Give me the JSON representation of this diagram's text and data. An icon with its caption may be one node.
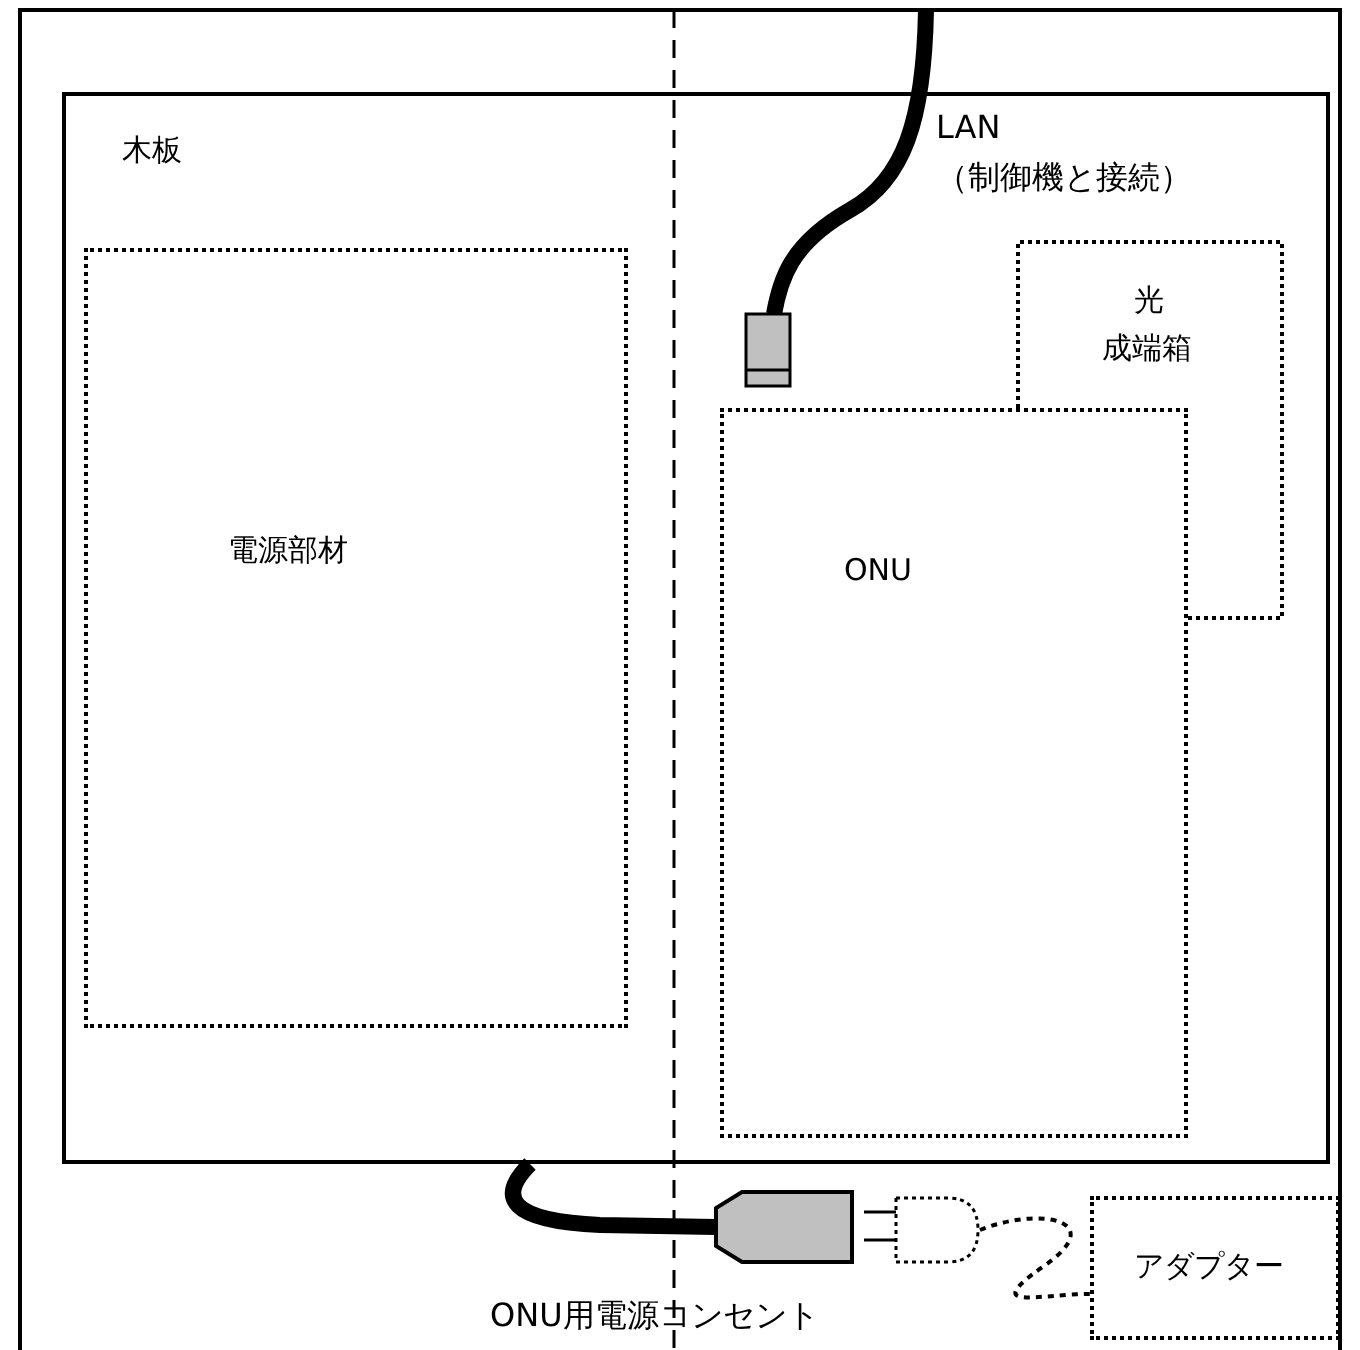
{
  "diagram": {
    "nodes": [
      {
        "text": [
          "木板"
        ]
      },
      {
        "text": [
          "電源部材"
        ],
        "in": 0
      },
      {
        "text": [
          "光成端箱"
        ],
        "in": 0
      },
      {
        "text": [
          "ONU"
        ],
        "in": 0
      },
      {
        "text": [],
        "shape": "plug",
        "beside": [
          "ONU用電源コンセント"
        ]
      },
      {
        "text": [],
        "shape": "plug"
      },
      {
        "text": [
          "アダプター"
        ]
      }
    ],
    "edges": [
      {
        "from": 0,
        "to": 4,
        "arrow": "none",
        "style": "thick"
      },
      {
        "from": 5,
        "to": 6,
        "arrow": "none",
        "style": "dashed"
      }
    ],
    "labels": [
      "LAN （制御機と接続）"
    ]
  }
}
